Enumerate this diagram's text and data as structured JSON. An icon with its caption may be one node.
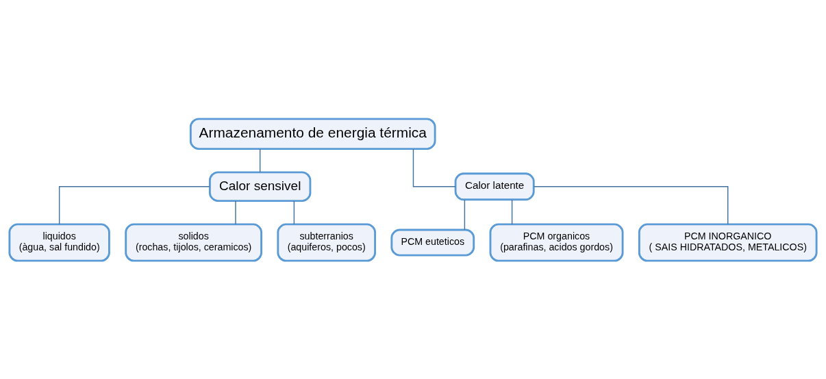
{
  "diagram": {
    "nodes": [
      {
        "text": [
          "Armazenamento de energia térmica"
        ]
      },
      {
        "text": [
          "Calor sensivel"
        ]
      },
      {
        "text": [
          "Calor latente"
        ]
      },
      {
        "text": [
          "liquidos",
          "(àgua, sal fundido)"
        ]
      },
      {
        "text": [
          "solidos",
          "(rochas, tijolos, ceramicos)"
        ]
      },
      {
        "text": [
          "subterranios",
          "(aquiferos, pocos)"
        ]
      },
      {
        "text": [
          "PCM euteticos"
        ]
      },
      {
        "text": [
          "PCM organicos",
          "(parafinas, acidos gordos)"
        ]
      },
      {
        "text": [
          "PCM INORGANICO",
          "( SAIS HIDRATADOS, METALICOS)"
        ]
      }
    ],
    "edges": [
      {
        "from": 0,
        "to": 1,
        "arrow": "none"
      },
      {
        "from": 0,
        "to": 2,
        "arrow": "none"
      },
      {
        "from": 1,
        "to": 3,
        "arrow": "none"
      },
      {
        "from": 1,
        "to": 4,
        "arrow": "none"
      },
      {
        "from": 1,
        "to": 5,
        "arrow": "none"
      },
      {
        "from": 2,
        "to": 6,
        "arrow": "none"
      },
      {
        "from": 2,
        "to": 7,
        "arrow": "none"
      },
      {
        "from": 2,
        "to": 8,
        "arrow": "none"
      }
    ]
  }
}
